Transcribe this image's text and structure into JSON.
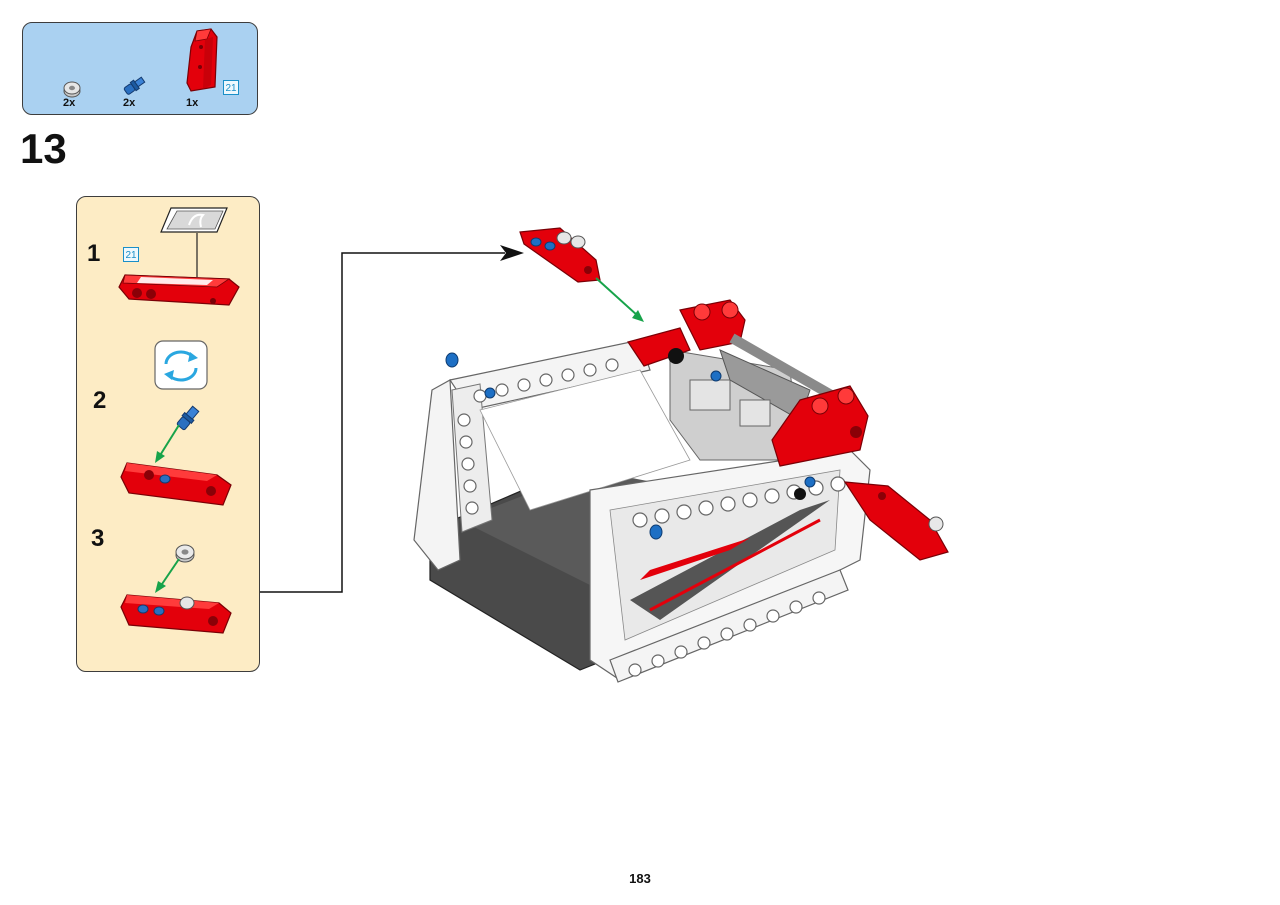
{
  "parts_list": [
    {
      "qty": "2x",
      "icon": "bush-icon"
    },
    {
      "qty": "2x",
      "icon": "axle-pin-icon"
    },
    {
      "qty": "1x",
      "icon": "red-panel-icon"
    }
  ],
  "parts_ref_badge": "21",
  "step_number": "13",
  "sub_steps": [
    {
      "number": "1",
      "ref_badge": "21"
    },
    {
      "number": "2"
    },
    {
      "number": "3"
    }
  ],
  "page_number": "183",
  "colors": {
    "parts_bg": "#aad1f1",
    "substep_bg": "#fdecc5",
    "technic_red": "#e3000b",
    "technic_blue": "#1d6fc4",
    "beam_white": "#f4f4f4",
    "dark_gray": "#4a4a4a",
    "arrow_green": "#17a34a",
    "badge_blue": "#1a8fc8"
  },
  "icons": [
    "rotate-icon",
    "sticker-icon",
    "green-arrow-icon",
    "callout-arrow-icon"
  ]
}
